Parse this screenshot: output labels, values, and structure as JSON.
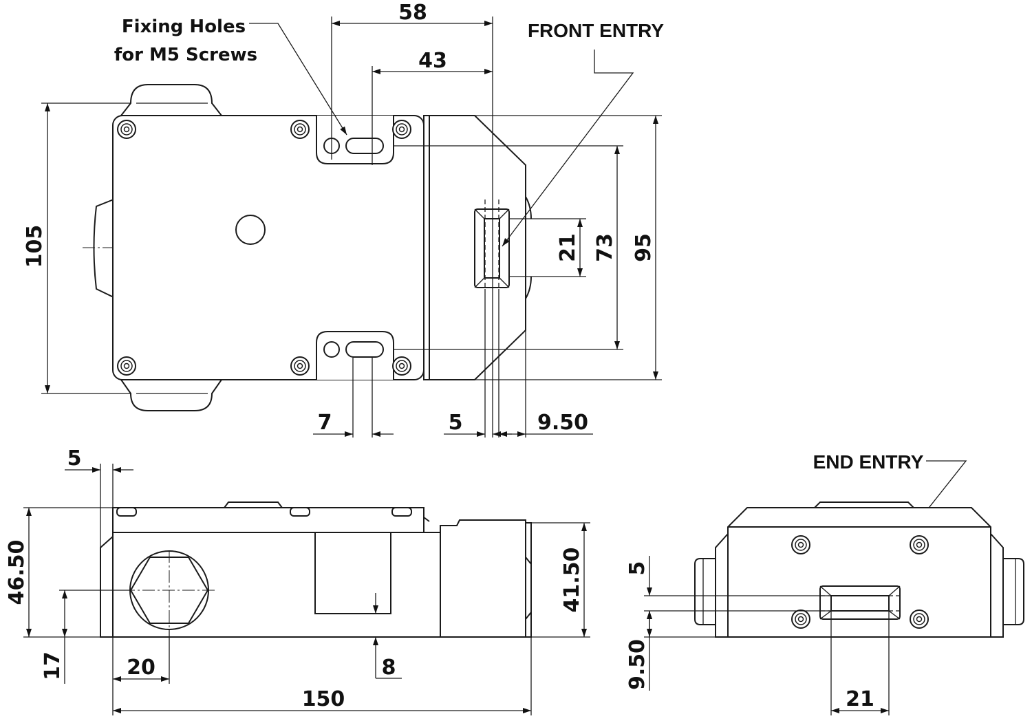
{
  "labels": {
    "fixing_holes_line1": "Fixing Holes",
    "fixing_holes_line2": "for M5 Screws",
    "front_entry": "FRONT ENTRY",
    "end_entry": "END ENTRY"
  },
  "dimensions": {
    "top": {
      "d58": "58",
      "d43": "43",
      "d105": "105",
      "d95": "95",
      "d73": "73",
      "d21": "21",
      "d7": "7",
      "d5": "5",
      "d950": "9.50"
    },
    "side": {
      "d5": "5",
      "d4650": "46.50",
      "d4150": "41.50",
      "d17": "17",
      "d20": "20",
      "d8": "8",
      "d150": "150"
    },
    "end": {
      "d5": "5",
      "d950": "9.50",
      "d21": "21"
    }
  }
}
